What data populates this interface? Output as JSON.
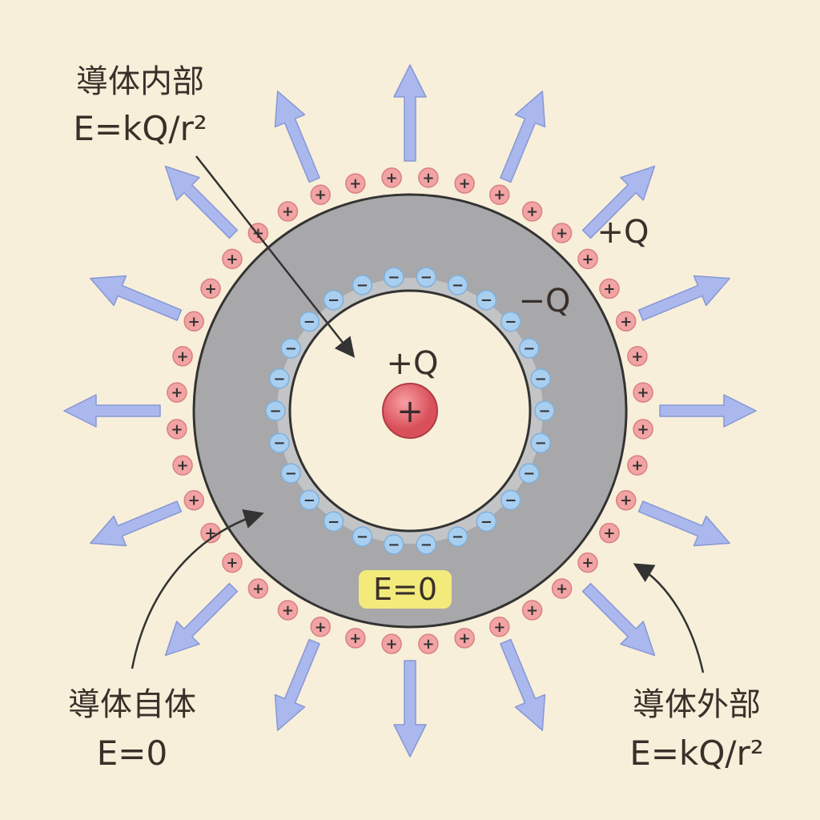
{
  "labels": {
    "inside_title": "導体内部",
    "inside_eq": "E=kQ/r²",
    "outer_charge": "+Q",
    "induced_charge": "−Q",
    "center_charge": "+Q",
    "conductor_field": "E=0",
    "self_title": "導体自体",
    "self_eq": "E=0",
    "outside_title": "導体外部",
    "outside_eq": "E=kQ/r²"
  },
  "symbols": {
    "positive": "+",
    "negative": "−"
  },
  "counts": {
    "positive_charges": 40,
    "negative_charges": 26,
    "field_arrows": 16
  },
  "colors": {
    "background": "#f7efd9",
    "conductor": "#a8a8aa",
    "positive": "#f2a3a3",
    "negative": "#a9cff0",
    "arrow": "#aab8ee",
    "center": "#e4646c",
    "badge": "#f3ea7c"
  }
}
